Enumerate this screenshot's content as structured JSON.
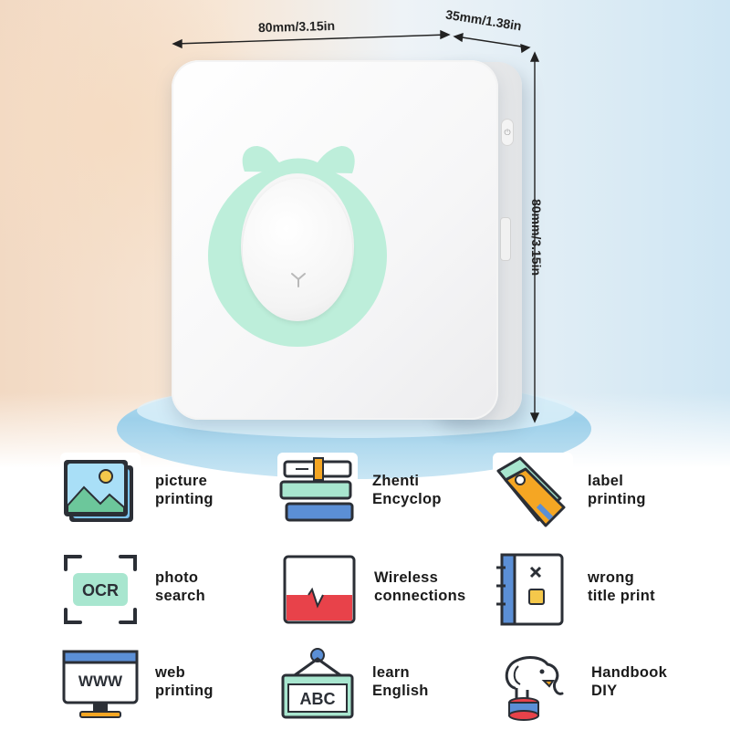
{
  "dimensions": {
    "width": "80mm/3.15in",
    "depth": "35mm/1.38in",
    "height": "80mm/3.15in"
  },
  "features": [
    {
      "label": "picture\nprinting",
      "icon": "picture-icon"
    },
    {
      "label": "Zhenti\nEncyclop",
      "icon": "books-icon"
    },
    {
      "label": "label\nprinting",
      "icon": "tag-icon"
    },
    {
      "label": "photo\nsearch",
      "icon": "ocr-scan-icon",
      "icon_text": "OCR"
    },
    {
      "label": "Wireless\nconnections",
      "icon": "wireless-icon"
    },
    {
      "label": "wrong\ntitle print",
      "icon": "notebook-icon"
    },
    {
      "label": "web\nprinting",
      "icon": "monitor-icon",
      "icon_text": "WWW"
    },
    {
      "label": "learn\nEnglish",
      "icon": "abc-board-icon",
      "icon_text": "ABC"
    },
    {
      "label": "Handbook\nDIY",
      "icon": "elephant-icon"
    }
  ],
  "colors": {
    "mint": "#a8e6cf",
    "accent_blue": "#5b8fd6",
    "accent_orange": "#f5a623",
    "accent_red": "#e8424a",
    "dark_outline": "#2b2f36"
  }
}
